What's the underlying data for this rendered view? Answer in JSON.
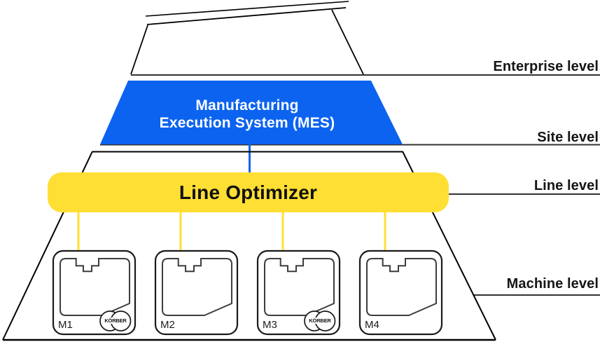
{
  "diagram": {
    "title_semantic": "automation-pyramid",
    "levels": [
      {
        "id": "enterprise",
        "label": "Enterprise level"
      },
      {
        "id": "site",
        "label": "Site level"
      },
      {
        "id": "line",
        "label": "Line level"
      },
      {
        "id": "machine",
        "label": "Machine level"
      }
    ],
    "mes": {
      "line1": "Manufacturing",
      "line2": "Execution System (MES)"
    },
    "line_optimizer": {
      "label": "Line Optimizer"
    },
    "machines": [
      {
        "label": "M1",
        "has_logo": true
      },
      {
        "label": "M2",
        "has_logo": false
      },
      {
        "label": "M3",
        "has_logo": true
      },
      {
        "label": "M4",
        "has_logo": false
      }
    ],
    "logo_text": "KÖRBER",
    "colors": {
      "mes_blue": "#0B63F0",
      "optimizer_yellow": "#FFDF33",
      "structure_line": "#000000",
      "level_line": "#333333",
      "text_dark": "#151515",
      "text_white": "#ffffff"
    }
  }
}
